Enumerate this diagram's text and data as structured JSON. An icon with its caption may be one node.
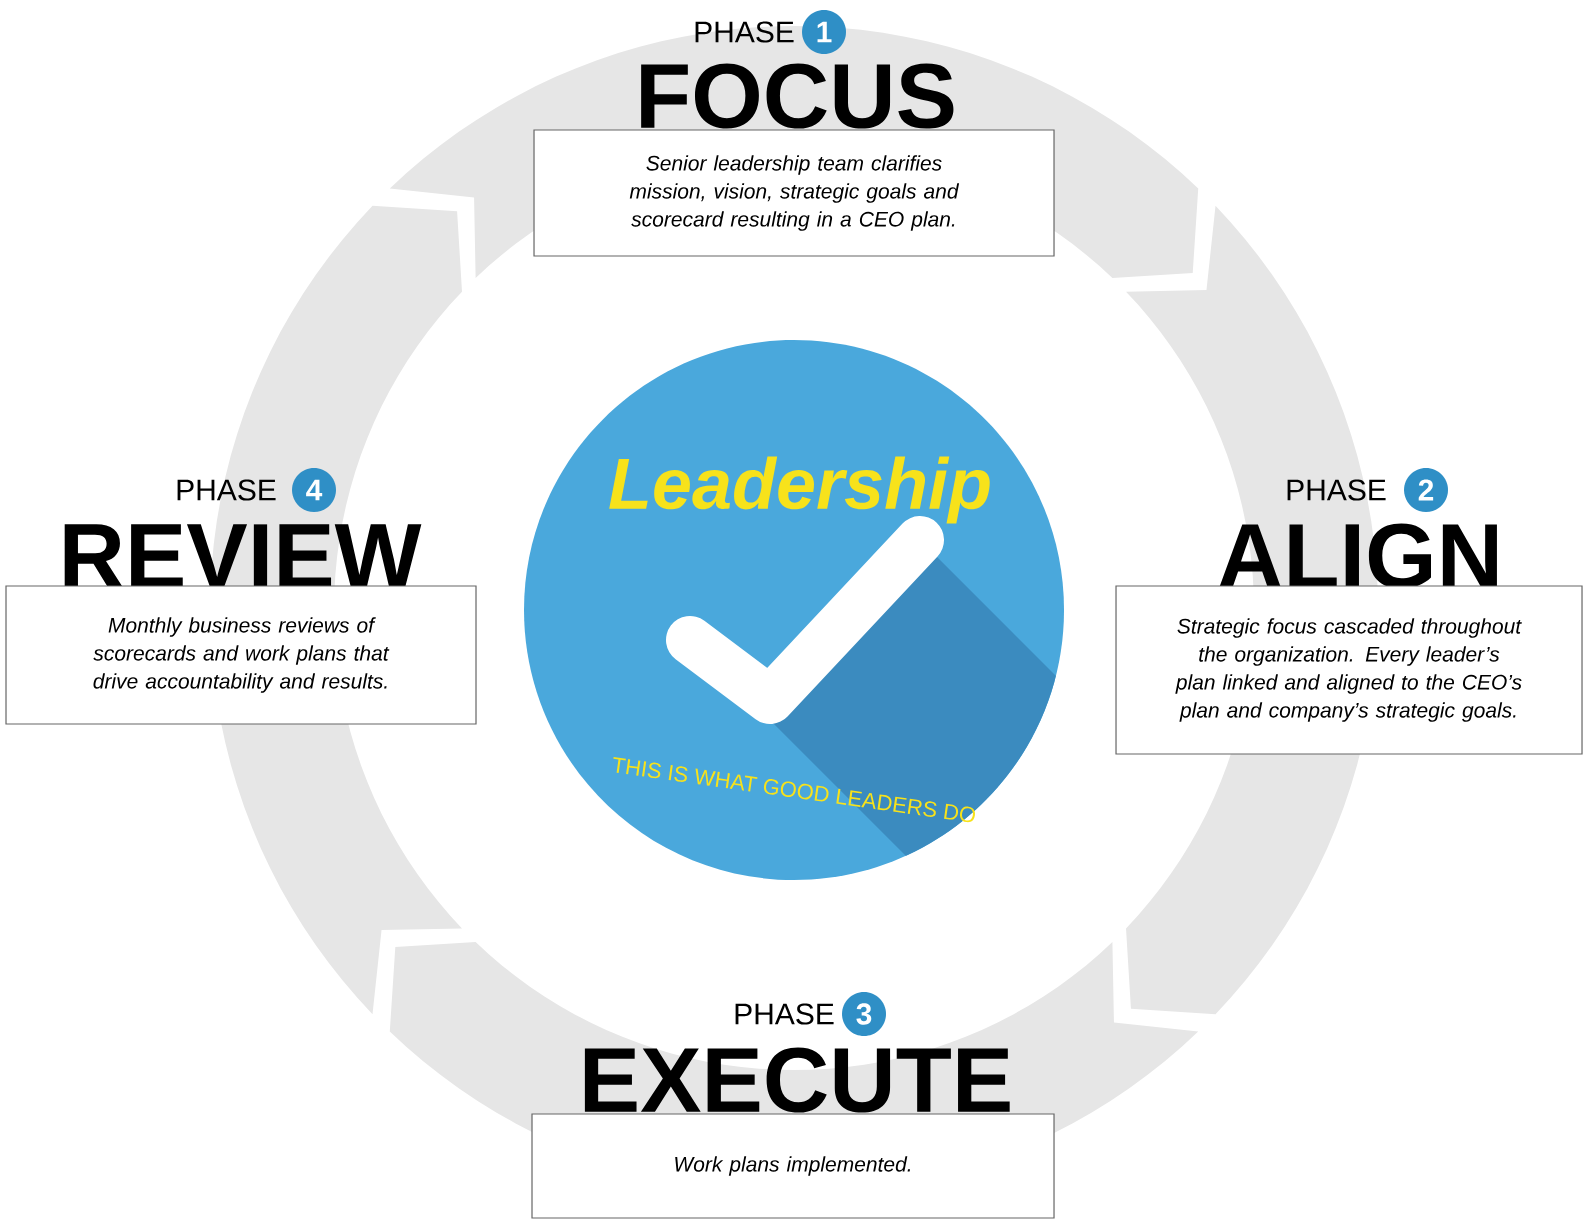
{
  "diagram": {
    "nodes": [
      {
        "text": [
          "PHASE",
          "1",
          "FOCUS",
          "Senior leadership team clarifies mission, vision, strategic goals and scorecard resulting in a CEO plan."
        ]
      },
      {
        "text": [
          "PHASE",
          "4",
          "REVIEW",
          "Monthly business reviews of scorecards and work plans that drive accountability and results."
        ]
      },
      {
        "text": [
          "Leadership",
          "THIS IS WHAT GOOD LEADERS DO"
        ]
      },
      {
        "text": [
          "PHASE",
          "2",
          "ALIGN",
          "Strategic focus cascaded throughout the organization. Every leader’s plan linked and aligned to the CEO’s plan and company’s strategic goals."
        ]
      },
      {
        "text": [
          "PHASE",
          "3",
          "EXECUTE",
          "Work plans implemented."
        ]
      }
    ]
  }
}
